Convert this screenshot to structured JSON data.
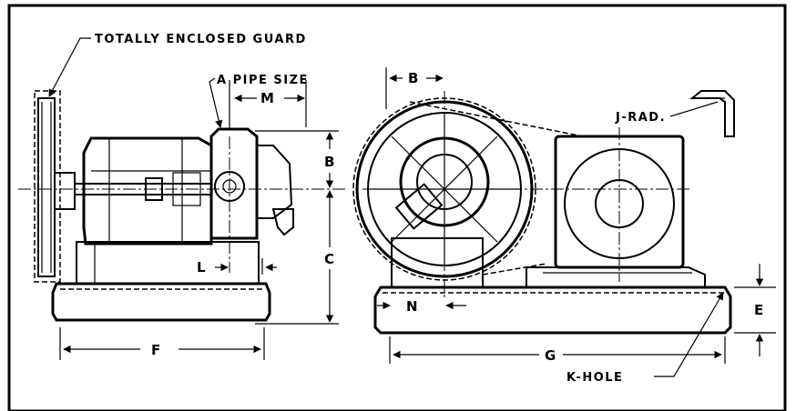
{
  "labels": {
    "guard": "TOTALLY ENCLOSED GUARD",
    "pipe_size": "A PIPE SIZE",
    "b_left": "B",
    "b_right": "B",
    "m": "M",
    "c": "C",
    "l": "L",
    "f": "F",
    "n": "N",
    "g": "G",
    "e": "E",
    "j_rad": "J-RAD.",
    "k_hole": "K-HOLE"
  }
}
